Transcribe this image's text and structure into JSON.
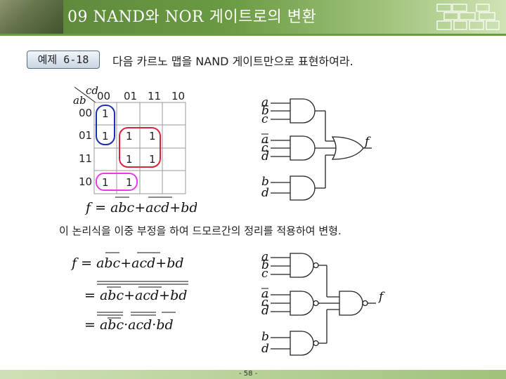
{
  "header": {
    "title": "09 NAND와 NOR 게이트로의 변환"
  },
  "example": {
    "label": "예제 6-18",
    "problem": "다음 카르노 맵을 NAND 게이트만으로 표현하여라."
  },
  "kmap": {
    "row_var": "ab",
    "col_var": "cd",
    "col_headers": [
      "00",
      "01",
      "11",
      "10"
    ],
    "row_headers": [
      "00",
      "01",
      "11",
      "10"
    ],
    "ones": {
      "r00c00": "1",
      "r01c00": "1",
      "r01c01": "1",
      "r01c11": "1",
      "r11c01": "1",
      "r11c11": "1",
      "r10c00": "1",
      "r10c01": "1"
    },
    "group_colors": [
      "#1f2fb5",
      "#d8243c",
      "#e23ce6"
    ]
  },
  "expr": {
    "top": {
      "f": "f",
      "eq": "=",
      "t1": "abc",
      "plus1": "+",
      "t2": "acd",
      "plus2": "+",
      "t3": "bd"
    },
    "line1": {
      "f": "f",
      "eq": "=",
      "t1": "abc",
      "plus1": "+",
      "t2": "acd",
      "plus2": "+",
      "t3": "bd"
    },
    "line2": {
      "eq": "=",
      "t1": "abc",
      "plus1": "+",
      "t2": "acd",
      "plus2": "+",
      "t3": "bd"
    },
    "line3": {
      "eq": "=",
      "t1": "abc",
      "dot1": "·",
      "t2": "acd",
      "dot2": "·",
      "t3": "bd"
    }
  },
  "note": "이 논리식을 이중 부정을 하여 드모르간의 정리를 적용하여 변형.",
  "circuit": {
    "in_a": "a",
    "in_b": "b",
    "in_c": "c",
    "in_d": "d",
    "out_f": "f"
  },
  "footer": {
    "page": "- 58 -"
  }
}
